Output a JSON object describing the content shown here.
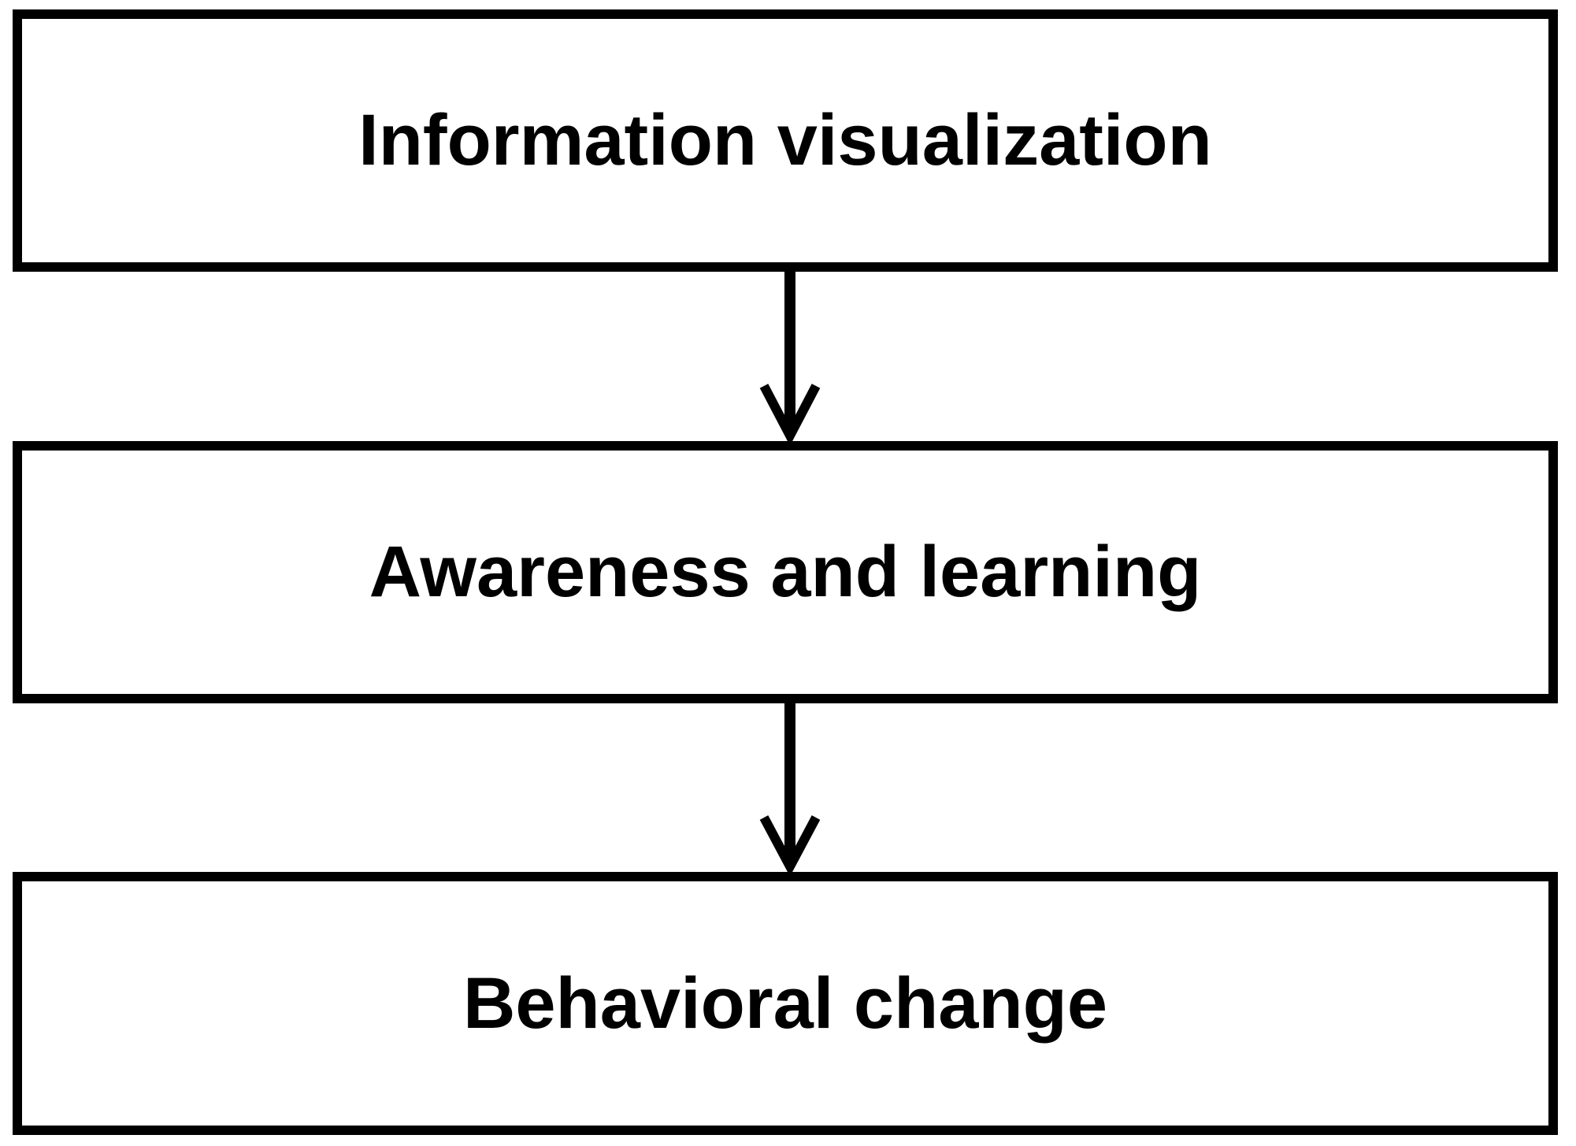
{
  "diagram": {
    "type": "vertical-flowchart",
    "colors": {
      "stroke": "#000000",
      "fill": "#ffffff",
      "text": "#000000"
    },
    "steps": [
      {
        "label": "Information visualization"
      },
      {
        "label": "Awareness and learning"
      },
      {
        "label": "Behavioral change"
      }
    ],
    "connections": [
      {
        "from": 0,
        "to": 1,
        "direction": "down"
      },
      {
        "from": 1,
        "to": 2,
        "direction": "down"
      }
    ]
  }
}
